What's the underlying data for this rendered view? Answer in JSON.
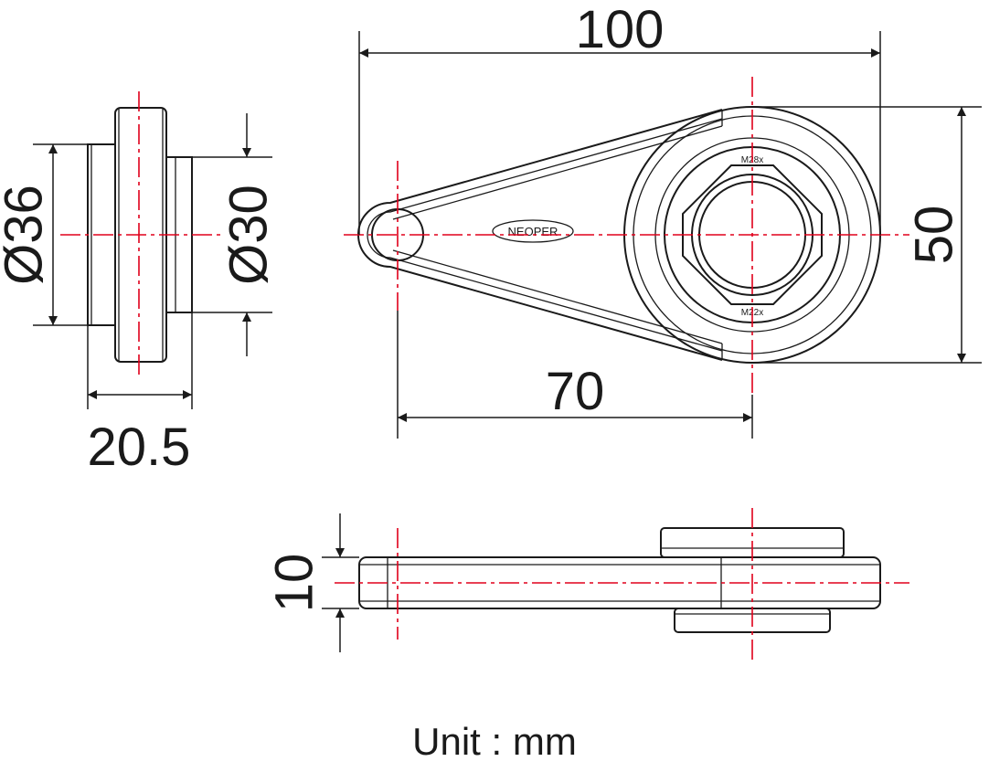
{
  "dimensions": {
    "overall_length": "100",
    "center_distance": "70",
    "overall_height": "50",
    "outer_diameter": "Ø36",
    "inner_diameter": "Ø30",
    "side_width": "20.5",
    "thickness": "10"
  },
  "labels": {
    "brand": "NEOPER",
    "thread_top": "M28x",
    "thread_bottom": "M22x"
  },
  "unit_label": "Unit : mm",
  "colors": {
    "line": "#1a1a1a",
    "center_line": "#e0001b",
    "background": "#ffffff"
  }
}
